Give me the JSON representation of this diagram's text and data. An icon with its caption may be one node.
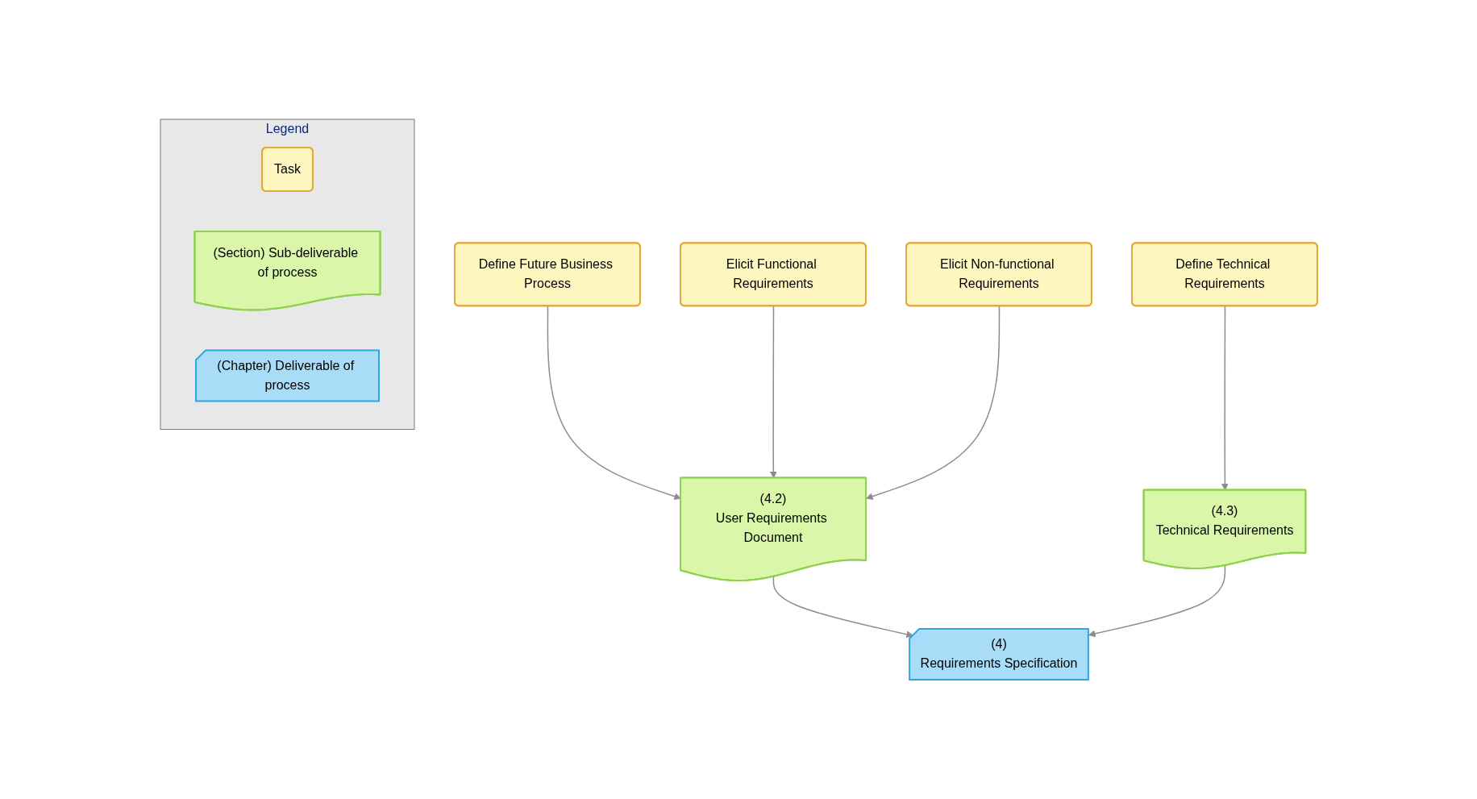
{
  "diagram": {
    "nodes": [
      {
        "text": [
          "Define Future Business Process"
        ]
      },
      {
        "text": [
          "Elicit Functional Requirements"
        ]
      },
      {
        "text": [
          "Elicit Non-functional Requirements"
        ]
      },
      {
        "text": [
          "Define Technical Requirements"
        ]
      },
      {
        "text": [
          "(4.2)",
          "User Requirements Document"
        ]
      },
      {
        "text": [
          "(4.3)",
          "Technical Requirements"
        ]
      },
      {
        "text": [
          "(4)",
          "Requirements Specification"
        ]
      },
      {
        "text": [
          "Legend"
        ]
      },
      {
        "text": [
          "Task"
        ],
        "in": 7
      },
      {
        "text": [
          "(Section) Sub-deliverable of process"
        ],
        "in": 7
      },
      {
        "text": [
          "(Chapter) Deliverable of process"
        ],
        "in": 7
      }
    ],
    "edges": [
      {
        "from": 0,
        "to": 4,
        "arrow": "to"
      },
      {
        "from": 1,
        "to": 4,
        "arrow": "to"
      },
      {
        "from": 2,
        "to": 4,
        "arrow": "to"
      },
      {
        "from": 3,
        "to": 5,
        "arrow": "to"
      },
      {
        "from": 4,
        "to": 6,
        "arrow": "to"
      },
      {
        "from": 5,
        "to": 6,
        "arrow": "to"
      }
    ]
  }
}
